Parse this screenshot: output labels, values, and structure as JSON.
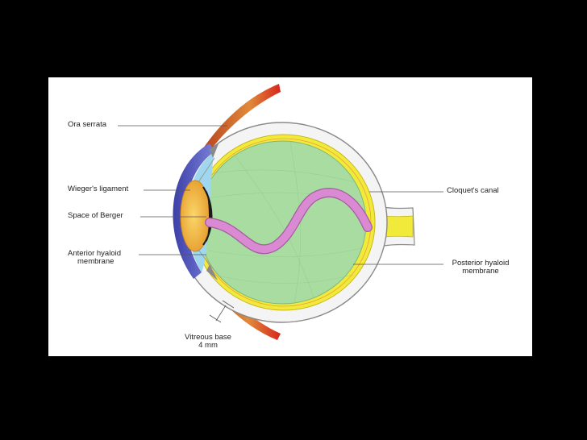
{
  "labels": {
    "ora_serrata": "Ora serrata",
    "wiegers_ligament": "Wieger's ligament",
    "space_of_berger": "Space of Berger",
    "anterior_hyaloid_line1": "Anterior hyaloid",
    "anterior_hyaloid_line2": "membrane",
    "vitreous_base_line1": "Vitreous base",
    "vitreous_base_line2": "4 mm",
    "cloquets_canal": "Cloquet's canal",
    "posterior_hyaloid_line1": "Posterior hyaloid",
    "posterior_hyaloid_line2": "membrane"
  },
  "colors": {
    "background": "#000000",
    "slide": "#ffffff",
    "vitreous": "#a8dca0",
    "retina": "#f2ea3a",
    "sclera": "#f4f4f4",
    "cornea": "#4a4fb8",
    "aqueous": "#9fd8ee",
    "lens": "#f2b23a",
    "cloquets_canal": "#d98ad2",
    "ciliary_muscle": "#c85a2a"
  }
}
